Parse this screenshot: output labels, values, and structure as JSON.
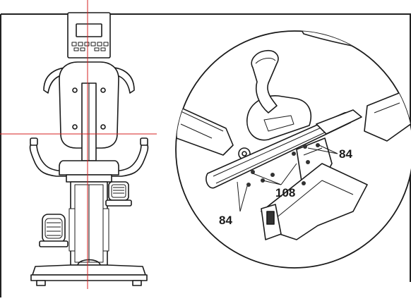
{
  "callouts": {
    "top_right": "84",
    "center": "108",
    "bottom_left": "84"
  },
  "colors": {
    "line": "#1a1a1a",
    "crosshair": "#d42020",
    "background": "#ffffff"
  }
}
